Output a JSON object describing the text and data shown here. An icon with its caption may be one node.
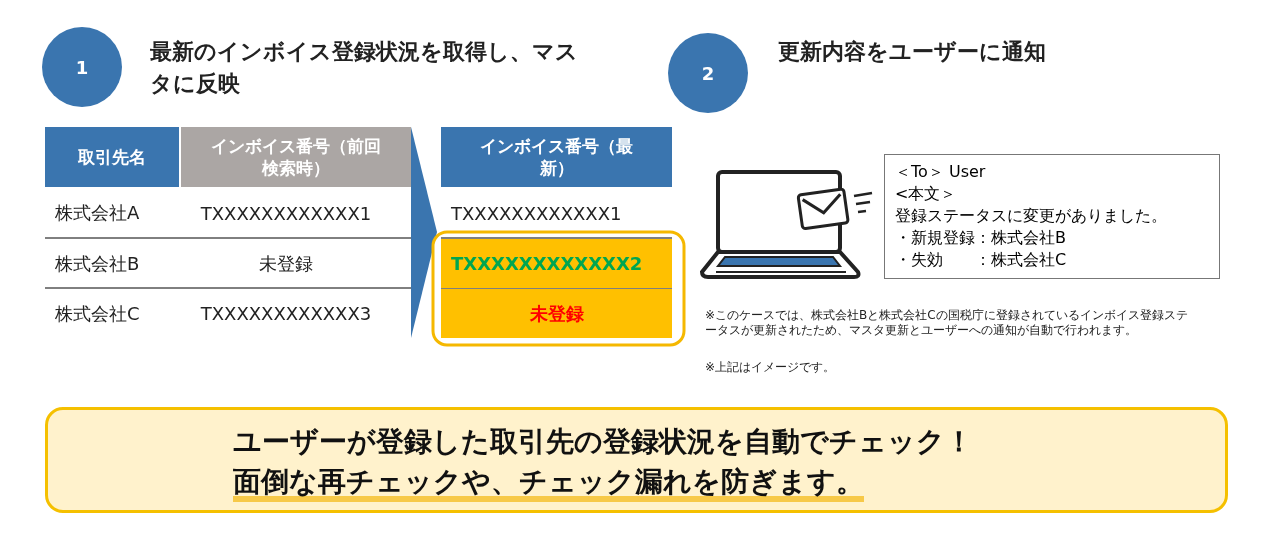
{
  "diagram": {
    "nodes": [
      {
        "text": [
          "1"
        ],
        "beside": [
          "最新のインボイス登録状況を取得し、マスタに反映"
        ]
      },
      {
        "text": [
          "2"
        ],
        "beside": [
          "更新内容をユーザーに通知"
        ]
      },
      {
        "text": [
          "＜To＞ User",
          "<本文＞",
          "登録ステータスに変更がありました。",
          "・新規登録：株式会社B",
          "・失効　　：株式会社C"
        ]
      },
      {
        "text": [
          "ユーザーが登録した取引先の登録状況を自動でチェック！",
          "面倒な再チェックや、チェック漏れを防ぎます。"
        ]
      }
    ],
    "labels": [
      "取引先名",
      "インボイス番号（前回検索時）",
      "株式会社A",
      "TXXXXXXXXXXXX1",
      "株式会社B",
      "未登録",
      "株式会社C",
      "TXXXXXXXXXXXX3",
      "インボイス番号（最新）",
      "TXXXXXXXXXXXX1",
      "TXXXXXXXXXXXX2",
      "未登録",
      "※このケースでは、株式会社Bと株式会社Cの国税庁に登録されているインボイス登録ステータスが更新されたため、マスタ更新とユーザーへの通知が自動で行われます。",
      "※上記はイメージです。"
    ]
  }
}
